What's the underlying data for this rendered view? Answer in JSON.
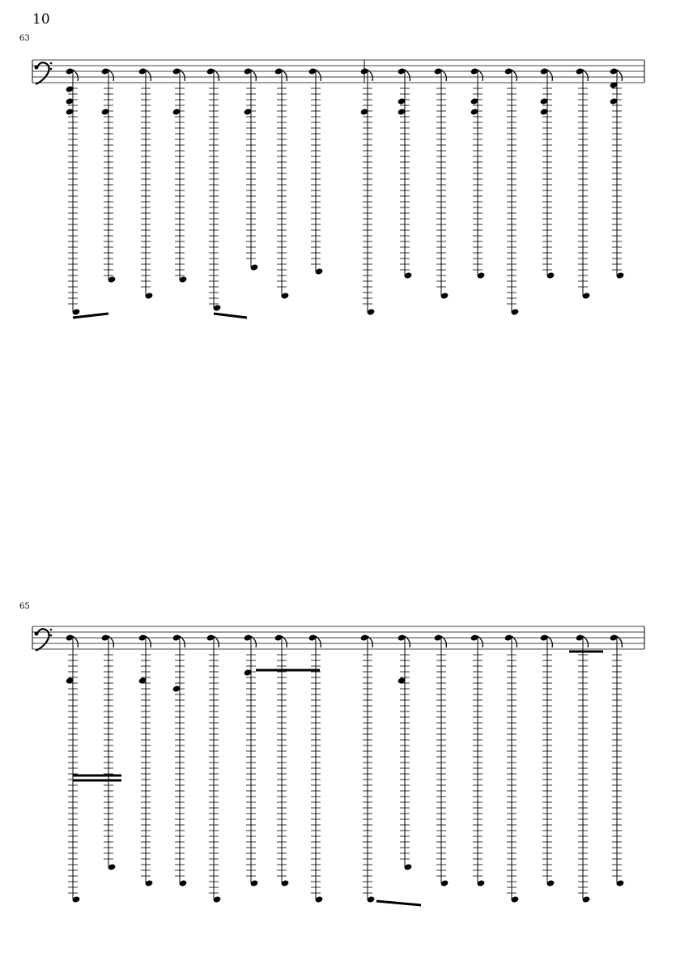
{
  "page": {
    "number": "10"
  },
  "systems": [
    {
      "measure_number": "63"
    },
    {
      "measure_number": "65"
    }
  ],
  "colors": {
    "ink": "#000000",
    "paper": "#ffffff"
  }
}
